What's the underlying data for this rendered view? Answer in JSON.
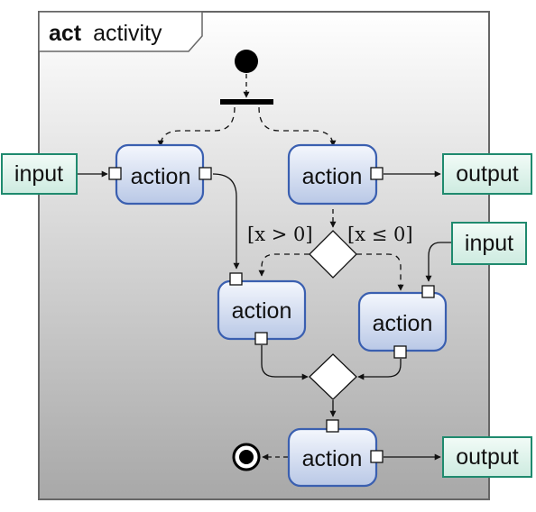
{
  "frame": {
    "keyword": "act",
    "name": "activity"
  },
  "actions": {
    "a1": "action",
    "a2": "action",
    "a3": "action",
    "a4": "action",
    "a5": "action"
  },
  "params": {
    "in1": "input",
    "in2": "input",
    "out1": "output",
    "out2": "output"
  },
  "guards": {
    "left": "[x > 0]",
    "right": "[x ≤ 0]"
  },
  "colors": {
    "frame_border": "#666666",
    "frame_top": "#ffffff",
    "frame_bottom": "#a8a8a8",
    "action_border": "#3a5fb0",
    "action_fill_top": "#f2f5fc",
    "action_fill_bottom": "#bccbe8",
    "param_border": "#1f8a6e",
    "param_fill": "#dff3ec"
  }
}
